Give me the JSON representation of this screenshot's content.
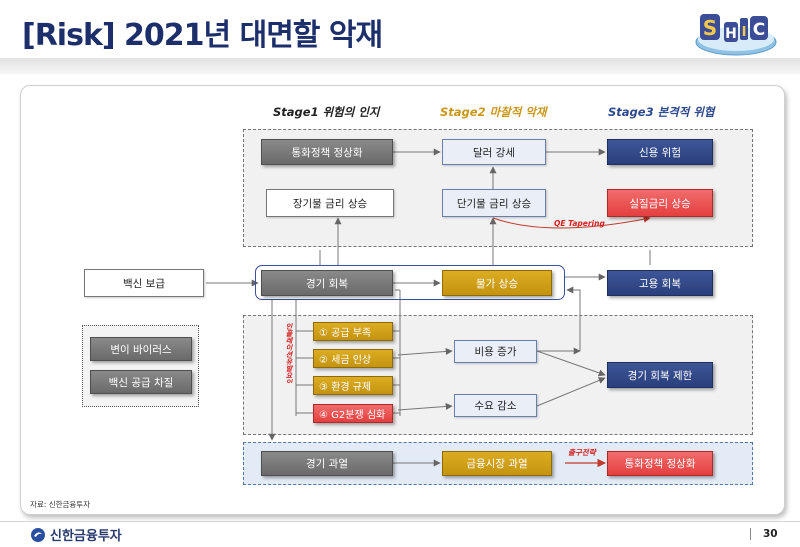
{
  "header": {
    "title": "[Risk] 2021년 대면할 악재",
    "logo_text": "SHIC"
  },
  "stages": {
    "s1": "Stage1 위험의 인지",
    "s2": "Stage2 마찰적 악재",
    "s3": "Stage3 본격적 위협",
    "s1_color": "#222222",
    "s2_color": "#c9971a",
    "s3_color": "#2e4a8f"
  },
  "nodes": {
    "currency_norm_top": "통화정책 정상화",
    "dollar_strong": "달러 강세",
    "credit_risk": "신용 위험",
    "long_rate": "장기물 금리 상승",
    "short_rate": "단기물 금리 상승",
    "real_rate": "실질금리 상승",
    "vaccine": "백신 보급",
    "recovery": "경기 회복",
    "price_rise": "물가 상승",
    "employment": "고용 회복",
    "variant": "변이 바이러스",
    "vaccine_delay": "백신 공급 차질",
    "f1": "① 공급 부족",
    "f2": "② 세금 인상",
    "f3": "③ 환경 규제",
    "f4": "④ G2분쟁 심화",
    "cost_up": "비용 증가",
    "demand_down": "수요 감소",
    "limit": "경기 회복 제한",
    "overheat": "경기 과열",
    "fin_overheat": "금융시장 과열",
    "currency_norm_bottom": "통화정책 정상화"
  },
  "labels": {
    "qe": "QE Tapering",
    "exit": "출구전략",
    "vertical": "인플레이션유발요인"
  },
  "footer": {
    "source": "자료: 신한금융투자",
    "brand": "신한금융투자",
    "page": "30"
  }
}
